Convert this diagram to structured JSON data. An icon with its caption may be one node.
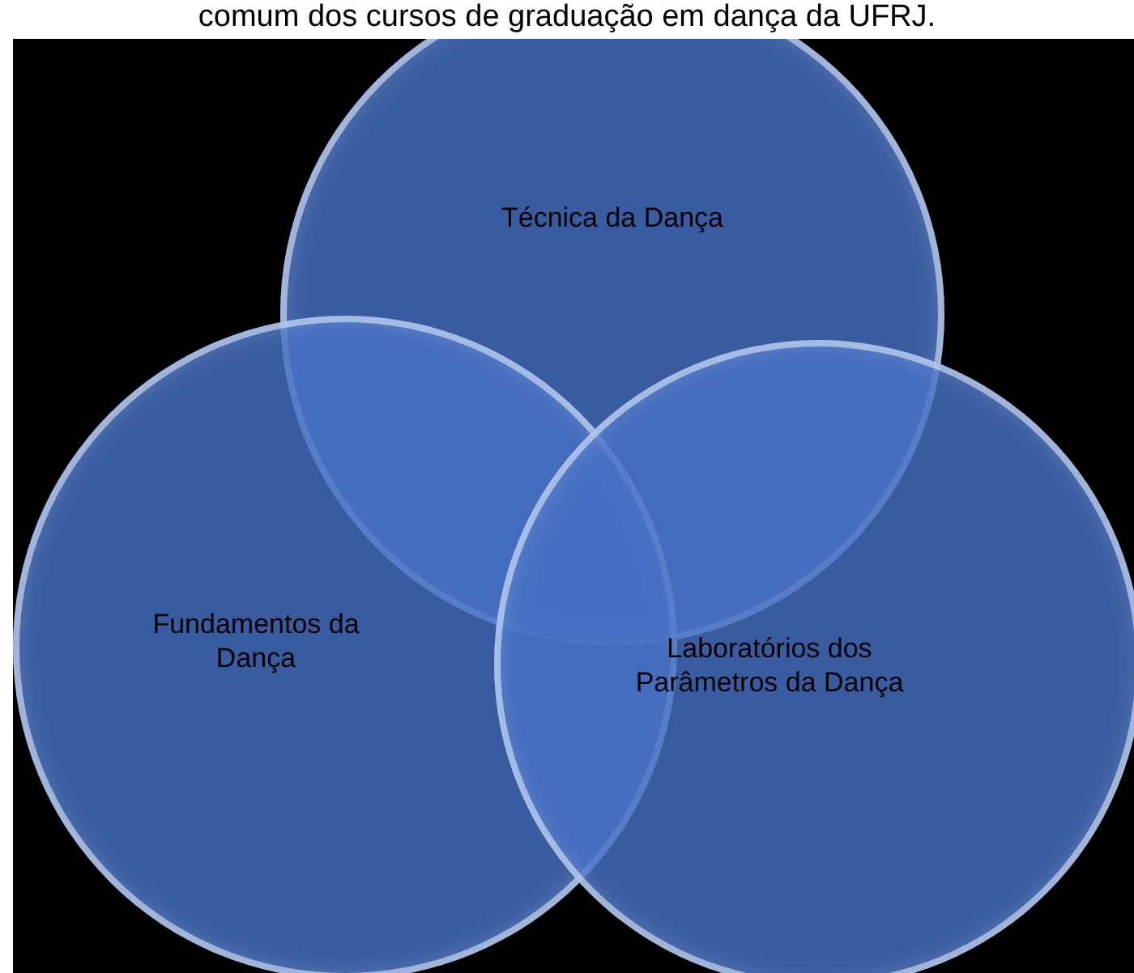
{
  "diagram": {
    "title": "comum dos cursos de graduação em dança da UFRJ.",
    "nodes": [
      {
        "text": [
          "Técnica da Dança"
        ]
      },
      {
        "text": [
          "Fundamentos da Dança"
        ]
      },
      {
        "text": [
          "Laboratórios dos Parâmetros da Dança"
        ]
      }
    ]
  }
}
